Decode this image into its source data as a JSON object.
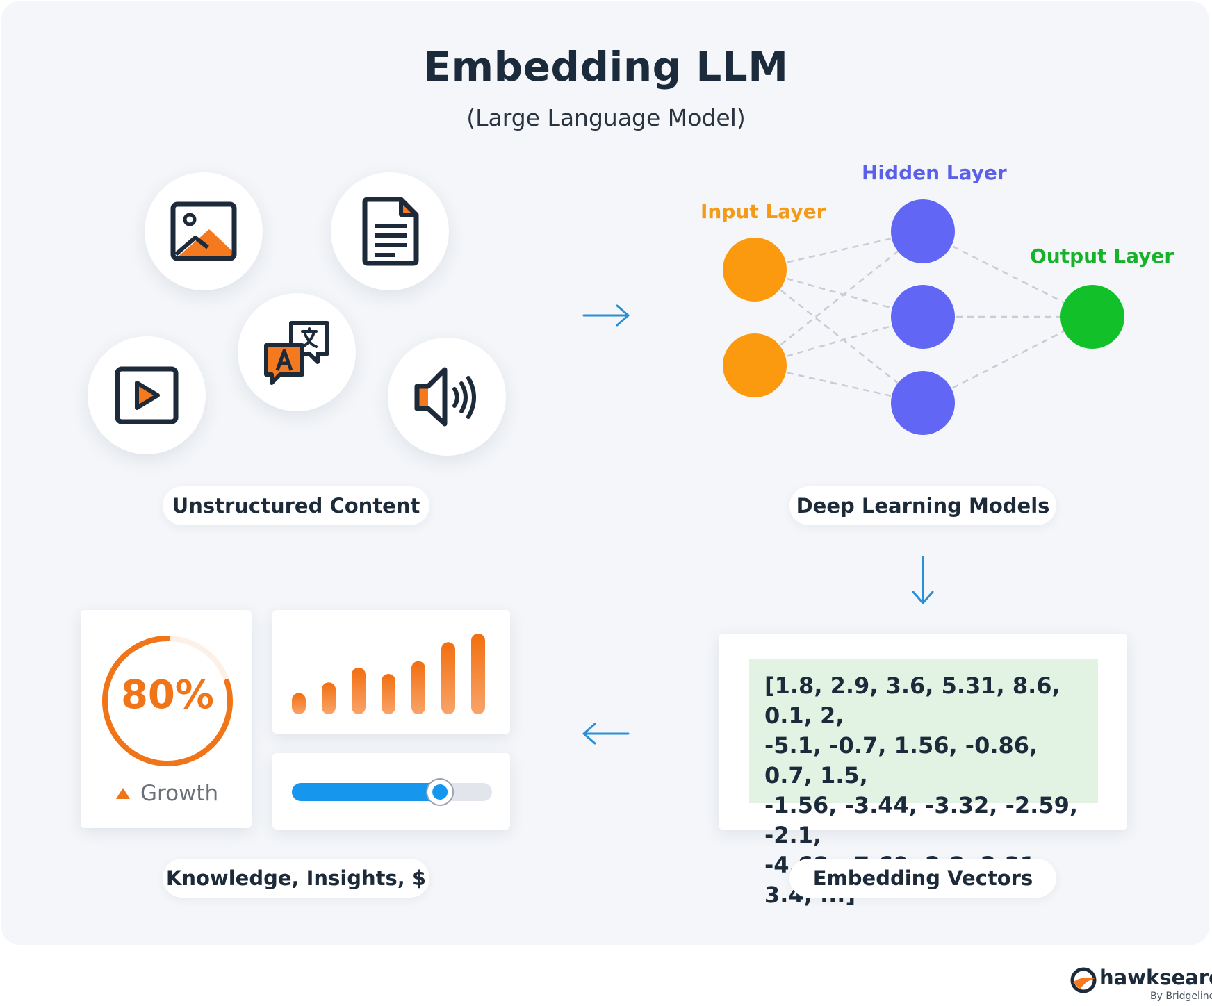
{
  "title": "Embedding LLM",
  "subtitle": "(Large Language Model)",
  "sections": {
    "unstructured": "Unstructured Content",
    "deep_learning": "Deep Learning Models",
    "vectors": "Embedding Vectors",
    "knowledge": "Knowledge, Insights, $"
  },
  "network": {
    "input_label": "Input Layer",
    "hidden_label": "Hidden Layer",
    "output_label": "Output Layer",
    "colors": {
      "input": "#fb9a0e",
      "hidden": "#6166f5",
      "output": "#12c12a"
    }
  },
  "vector_lines": [
    "[1.8, 2.9, 3.6, 5.31, 8.6, 0.1, 2,",
    "-5.1, -0.7, 1.56, -0.86, 0.7, 1.5,",
    "-1.56, -3.44, -3.32, -2.59, -2.1,",
    "-4.68, -7.69, 2.8, 2.31, 3.4, ...]"
  ],
  "gauge": {
    "label": "80%",
    "value": 0.8,
    "caption": "Growth",
    "color": "#f07418"
  },
  "bars": {
    "values": [
      1,
      1.5,
      2.2,
      1.9,
      2.5,
      3.4,
      3.8
    ],
    "color": "#f57a1f"
  },
  "slider": {
    "value": 0.74,
    "color": "#1796ee"
  },
  "brand": {
    "name": "hawksearch",
    "tagline": "By Bridgeline"
  },
  "accent_arrow_color": "#2a8fd9",
  "icon_accent": "#f57a1f"
}
